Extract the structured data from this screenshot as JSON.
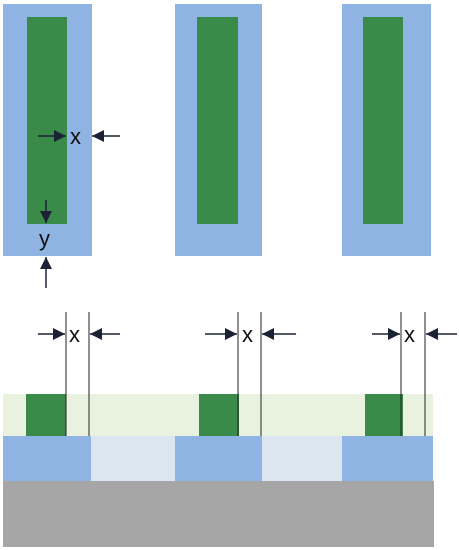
{
  "colors": {
    "outer_blue": "#8fb4e3",
    "inner_green": "#3a8a4a",
    "light_green_layer": "#e9f2df",
    "light_blue_fill": "#dce6f1",
    "gray_substrate": "#a6a6a6",
    "arrow": "#1a2233",
    "line": "#222222"
  },
  "labels": {
    "top_x": "x",
    "top_y": "y",
    "bottom_x1": "x",
    "bottom_x2": "x",
    "bottom_x3": "x"
  }
}
